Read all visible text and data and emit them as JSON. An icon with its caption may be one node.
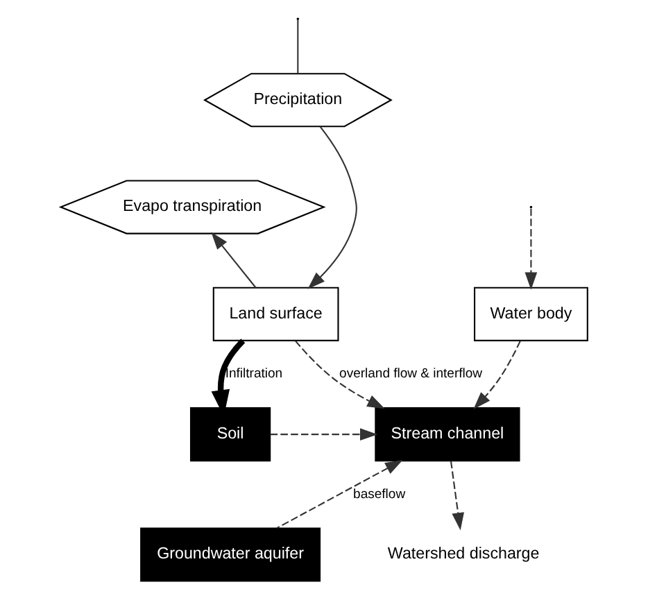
{
  "diagram": {
    "nodes": [
      {
        "text": [
          "Precipitation"
        ]
      },
      {
        "text": [
          "Evapo transpiration"
        ]
      },
      {
        "text": [
          "Land surface"
        ]
      },
      {
        "text": [
          "Water body"
        ]
      },
      {
        "text": [
          "Soil"
        ]
      },
      {
        "text": [
          "Stream channel"
        ]
      },
      {
        "text": [
          "Groundwater aquifer"
        ]
      },
      {
        "text": [
          "Watershed discharge"
        ]
      }
    ],
    "edges": [
      {
        "from": null,
        "to": 0,
        "arrow": "none"
      },
      {
        "from": 0,
        "to": 2,
        "arrow": "to"
      },
      {
        "from": 2,
        "to": 1,
        "arrow": "to"
      },
      {
        "from": null,
        "to": 3,
        "arrow": "to",
        "style": "dashed"
      },
      {
        "from": 2,
        "to": 4,
        "label": "Infiltration",
        "arrow": "to",
        "style": "thick"
      },
      {
        "from": 2,
        "to": 5,
        "label": "overland flow & interflow",
        "arrow": "to",
        "style": "dashed"
      },
      {
        "from": 4,
        "to": 5,
        "arrow": "to",
        "style": "dashed"
      },
      {
        "from": 6,
        "to": 5,
        "label": "baseflow",
        "arrow": "to",
        "style": "dashed"
      },
      {
        "from": 3,
        "to": 5,
        "arrow": "to",
        "style": "dashed"
      },
      {
        "from": 5,
        "to": 7,
        "arrow": "to",
        "style": "dashed"
      }
    ]
  }
}
